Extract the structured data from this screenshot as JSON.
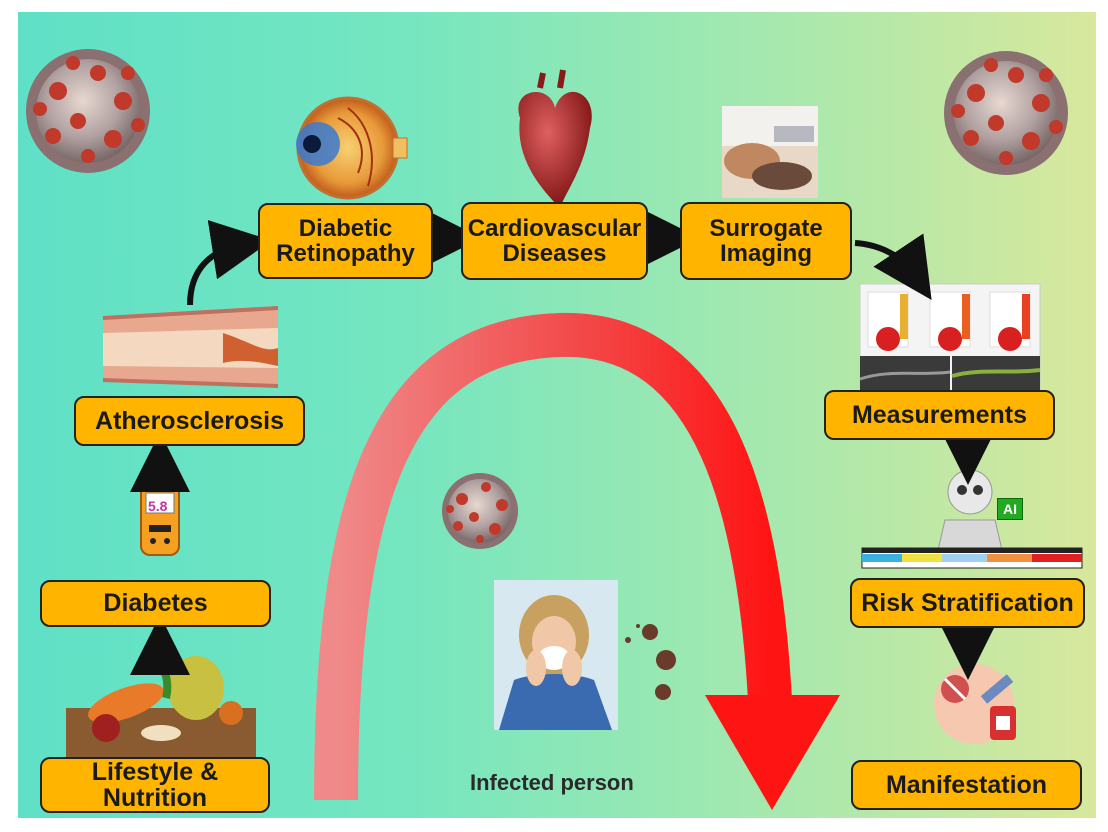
{
  "nodes": {
    "lifestyle": "Lifestyle & Nutrition",
    "diabetes": "Diabetes",
    "atherosclerosis": "Atherosclerosis",
    "diabetic_retinopathy": "Diabetic\nRetinopathy",
    "cardiovascular": "Cardiovascular\nDiseases",
    "surrogate_imaging": "Surrogate\nImaging",
    "measurements": "Measurements",
    "risk_stratification": "Risk Stratification",
    "manifestation": "Manifestation"
  },
  "infected_person_caption": "Infected person",
  "glucometer_reading": "5.8",
  "ai_label": "AI",
  "colors": {
    "box_fill": "#ffb400",
    "box_border": "#222222",
    "big_arrow_start": "#f08080",
    "big_arrow_end": "#ff1010",
    "virus_red": "#c0392b"
  },
  "icons": [
    "virus-icon",
    "eye-icon",
    "heart-icon",
    "ultrasound-photo-icon",
    "artery-icon",
    "glucometer-icon",
    "food-icon",
    "sneezing-person-icon",
    "robot-icon",
    "vaccine-icon",
    "chart-icon"
  ]
}
